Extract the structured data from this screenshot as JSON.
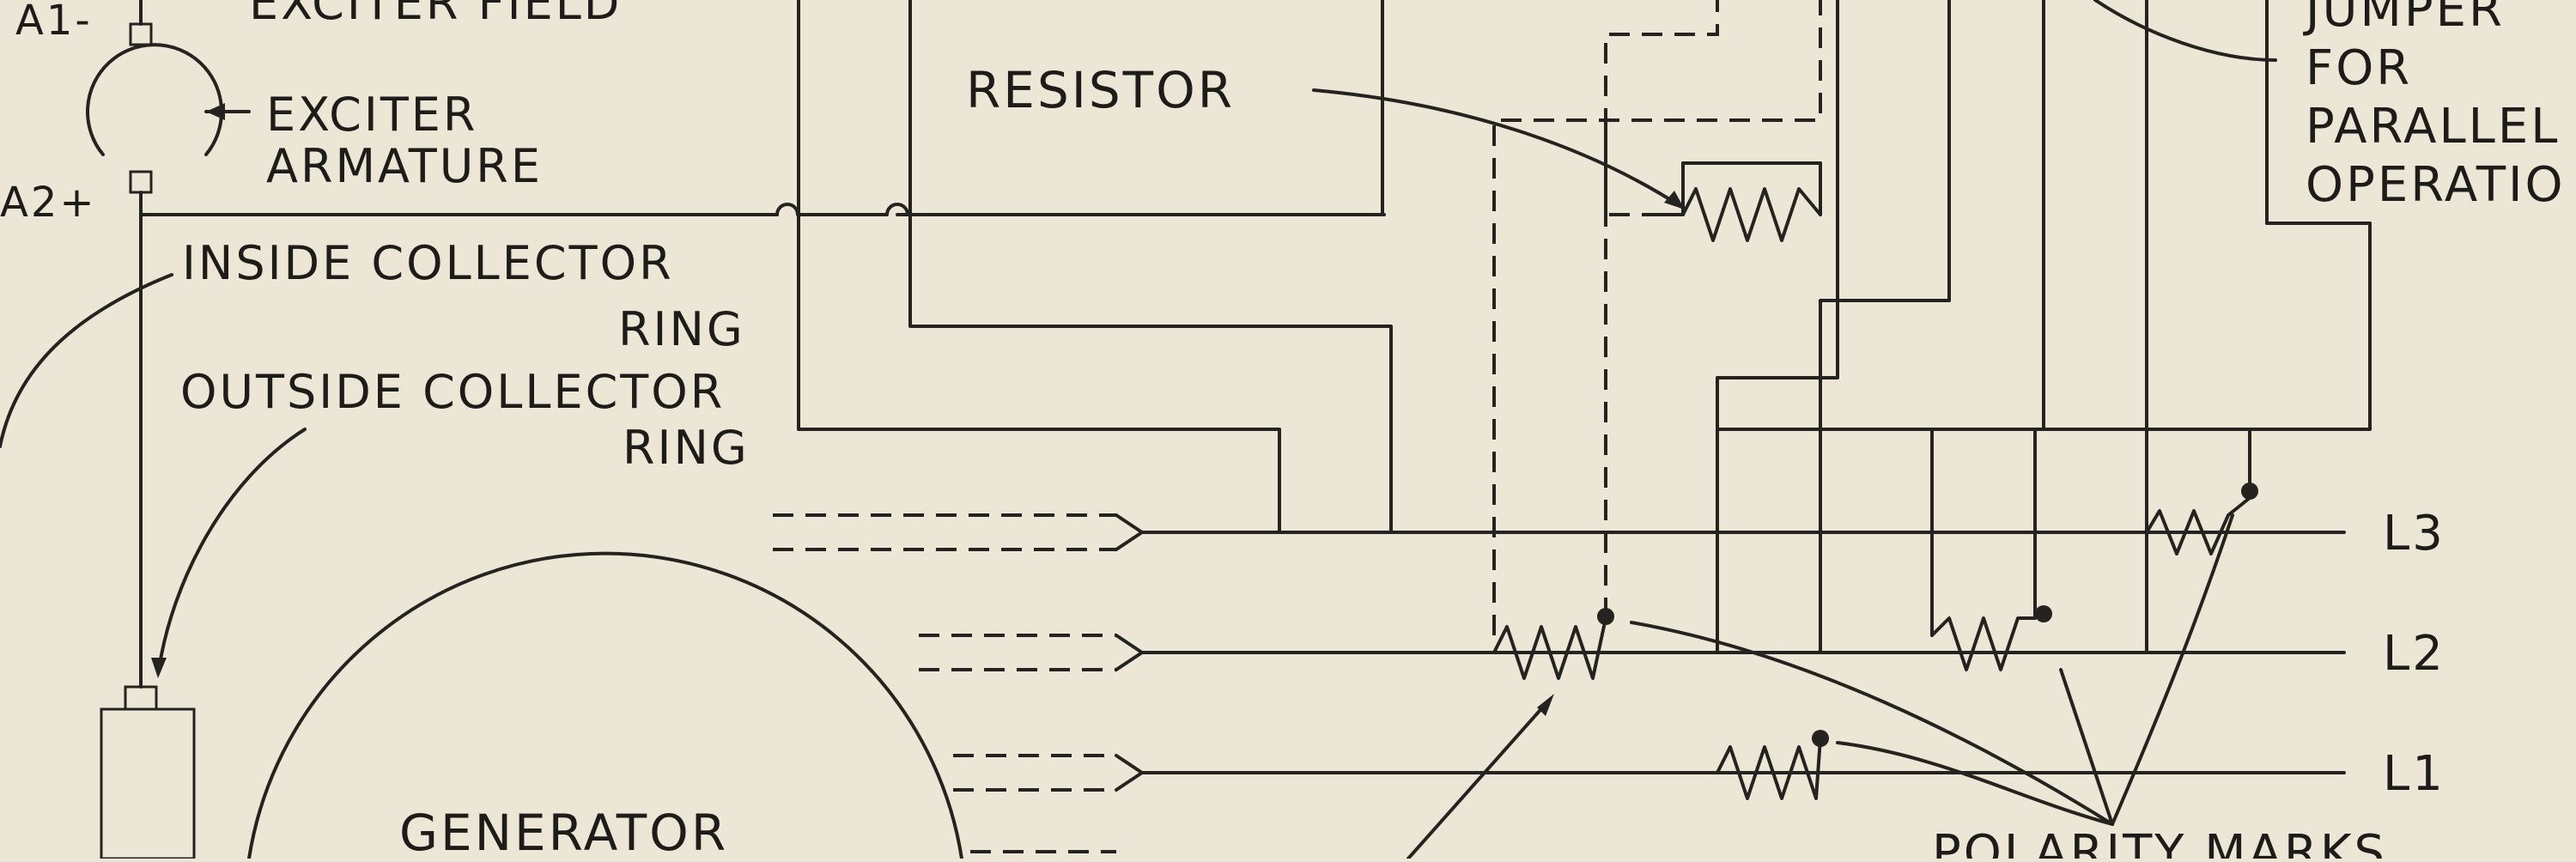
{
  "labels": {
    "exciter_field": "EXCITER FIELD",
    "a1": "A1-",
    "a2": "A2+",
    "exciter_armature_line1": "EXCITER",
    "exciter_armature_line2": "ARMATURE",
    "resistor": "RESISTOR",
    "jumper_line1": "JUMPER",
    "jumper_line2": "FOR",
    "jumper_line3": "PARALLEL",
    "jumper_line4": "OPERATIO",
    "inside_ring_line1": "INSIDE COLLECTOR",
    "inside_ring_line2": "RING",
    "outside_ring_line1": "OUTSIDE COLLECTOR",
    "outside_ring_line2": "RING",
    "generator": "GENERATOR",
    "l1": "L1",
    "l2": "L2",
    "l3": "L3",
    "polarity_marks": "POLARITY MARKS"
  },
  "colors": {
    "paper": "#ece6d6",
    "ink": "#25231f"
  }
}
